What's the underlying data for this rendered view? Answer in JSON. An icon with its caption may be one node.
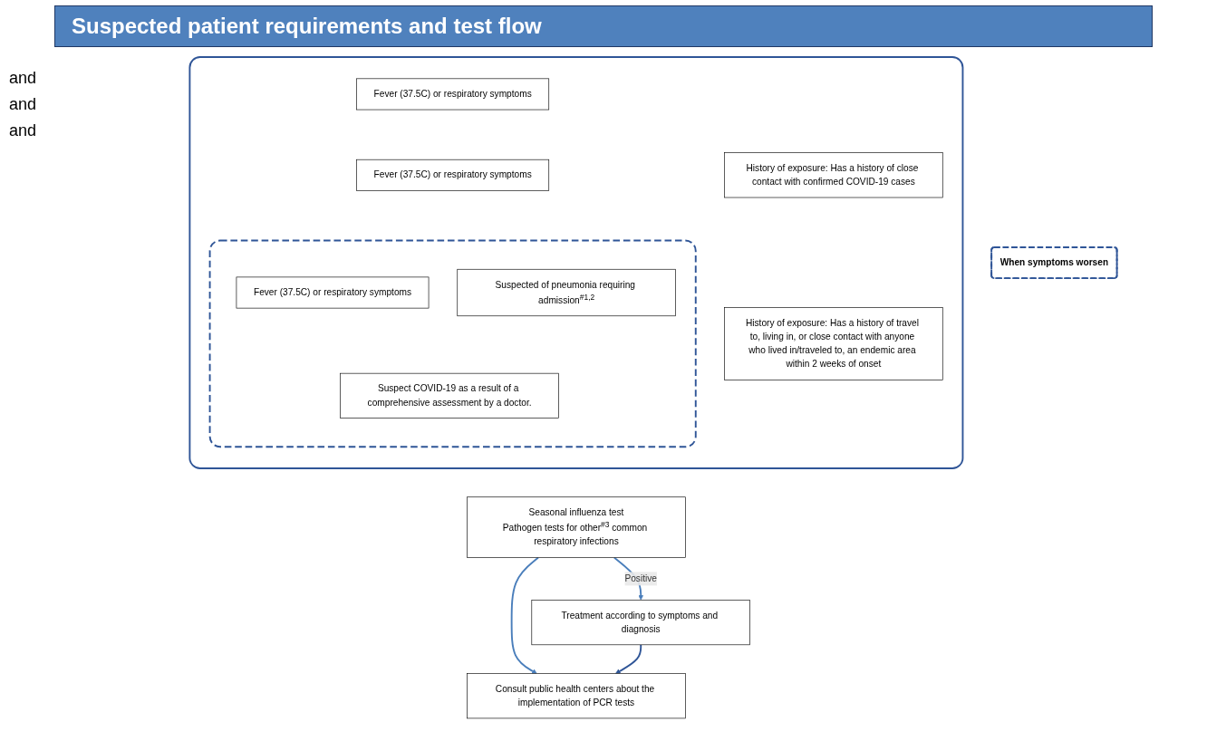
{
  "diagram": {
    "title": "Suspected patient requirements and test flow",
    "nodes": [
      {
        "text": [],
        "shape": "box"
      },
      {
        "text": [
          "Fever (37.5C) or respiratory symptoms"
        ],
        "in": 0
      },
      {
        "text": [
          "History of exposure: Has a history of close contact with confirmed COVID-19 cases"
        ],
        "in": 0
      },
      {
        "text": [
          "Fever (37.5C) or respiratory symptoms"
        ],
        "in": 0
      },
      {
        "text": [
          "History of exposure: Has a history of travel to, living in, or close contact with anyone who lived in/traveled to, an endemic area within 2 weeks of onset"
        ],
        "in": 0
      },
      {
        "text": [],
        "shape": "box",
        "in": 0
      },
      {
        "text": [
          "Fever (37.5C) or respiratory symptoms"
        ],
        "in": 5
      },
      {
        "text": [
          "Suspected of pneumonia requiring admission$^{#1,2}$"
        ],
        "in": 5
      },
      {
        "text": [
          "Suspect COVID-19 as a result of a comprehensive assessment by a doctor."
        ],
        "in": 5
      },
      {
        "text": [
          "Seasonal influenza test",
          "Pathogen tests for other$^{#3}$ common respiratory infections"
        ]
      },
      {
        "text": [
          "Treatment according to symptoms and diagnosis"
        ]
      },
      {
        "text": [
          "Consult public health centers about the implementation of PCR tests"
        ]
      },
      {
        "text": [
          "When symptoms worsen"
        ]
      }
    ],
    "edges": [
      {
        "from": 9,
        "to": 10,
        "arrow": "to",
        "label": "Positive"
      },
      {
        "from": 9,
        "to": 11,
        "arrow": "to"
      },
      {
        "from": 10,
        "to": 11,
        "arrow": "to",
        "color": "#2f5597"
      }
    ],
    "labels": [
      "and",
      "and",
      "and"
    ]
  }
}
